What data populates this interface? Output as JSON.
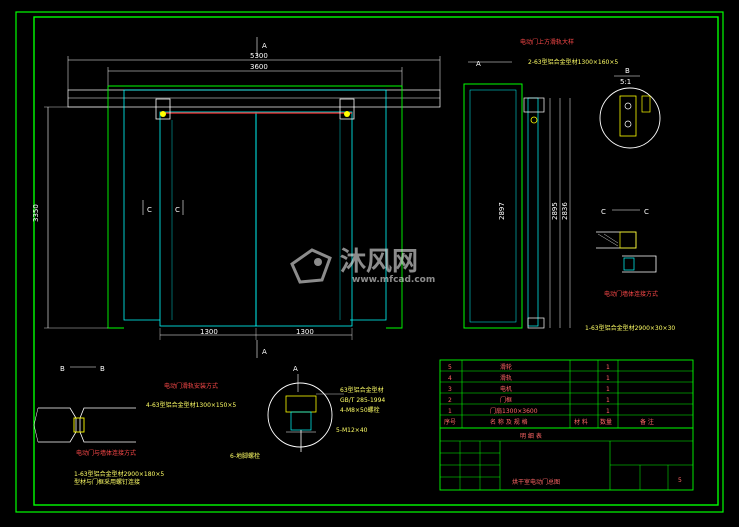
{
  "colors": {
    "background": "#000000",
    "frame": "#00ff00",
    "dimension": "#ffffff",
    "cyan": "#00ffff",
    "yellow": "#ffff00",
    "red": "#ff3030",
    "magenta": "#ff66ff"
  },
  "elevation": {
    "section_mark_top": "A",
    "section_mark_bottom": "A",
    "dim_overall": "5300",
    "dim_inner": "3600",
    "dim_height": "3350",
    "dim_left_leaf": "1300",
    "dim_right_leaf": "1300",
    "cut_c_left": "C",
    "cut_c_right": "C"
  },
  "section_a": {
    "mark": "A",
    "note_top": "电动门上方滑轨大样",
    "note_sub": "2-63型铝合金型材1300×160×5",
    "dim_1": "2897",
    "dim_2": "2895",
    "dim_3": "2836"
  },
  "detail_b": {
    "label": "B",
    "scale": "5:1"
  },
  "detail_c": {
    "label_left": "C",
    "label_right": "C",
    "note": "电动门墙体连接方式",
    "note_sub": "1-63型铝合金型材2900×30×30"
  },
  "section_b": {
    "label_left": "B",
    "label_right": "B",
    "note": "1-63型铝合金型材2900×180×5",
    "note_sub": "型材与门框采用螺钉连接",
    "note_side": "电动门与墙体连接方式"
  },
  "detail_a": {
    "mark": "A",
    "note_top": "电动门滑轨安装方式",
    "note_sub": "4-63型铝合金型材1300×150×5",
    "callout_1": "63型铝合金型材",
    "callout_2": "GB/T 285-1994",
    "callout_3": "4-M8×50螺栓",
    "callout_4": "5-M12×40",
    "callout_5": "6-地脚螺栓"
  },
  "parts_list": {
    "rows": [
      {
        "no": "5",
        "name": "滑轮",
        "qty": "1"
      },
      {
        "no": "4",
        "name": "滑轨",
        "qty": "1"
      },
      {
        "no": "3",
        "name": "电机",
        "qty": "1"
      },
      {
        "no": "2",
        "name": "门框",
        "qty": "1"
      },
      {
        "no": "1",
        "name": "门扇1300×3600",
        "qty": "1"
      }
    ],
    "header": [
      "序号",
      "名 称 及 规 格",
      "材 料",
      "数量",
      "备 注"
    ],
    "title": "明 细 表"
  },
  "title_block": {
    "drawing_title": "烘干室电动门总图",
    "sheet": "5"
  },
  "watermark": {
    "brand": "沐风网",
    "url": "www.mfcad.com"
  }
}
